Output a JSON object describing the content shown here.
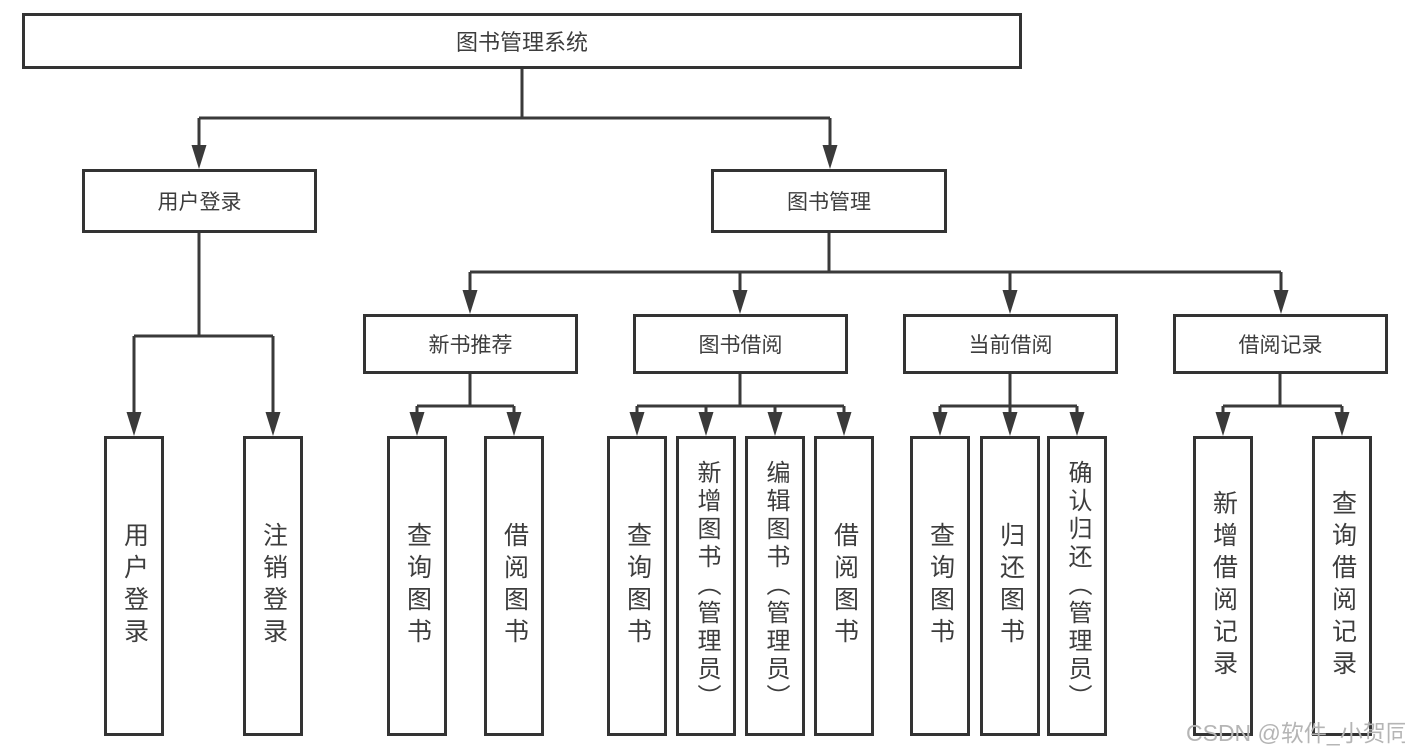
{
  "colors": {
    "line": "#3a3a3a",
    "box_border": "#333333",
    "text": "#3d3d3d",
    "watermark": "#b5b5b5",
    "background": "#ffffff"
  },
  "watermark": "CSDN @软件_小贺同学",
  "tree": {
    "root": {
      "label": "图书管理系统"
    },
    "branches": [
      {
        "label": "用户登录",
        "leaves": [
          {
            "label": "用户登录"
          },
          {
            "label": "注销登录"
          }
        ]
      },
      {
        "label": "图书管理",
        "groups": [
          {
            "label": "新书推荐",
            "leaves": [
              {
                "label": "查询图书"
              },
              {
                "label": "借阅图书"
              }
            ]
          },
          {
            "label": "图书借阅",
            "leaves": [
              {
                "label": "查询图书"
              },
              {
                "label": "新增图书（管理员）"
              },
              {
                "label": "编辑图书（管理员）"
              },
              {
                "label": "借阅图书"
              }
            ]
          },
          {
            "label": "当前借阅",
            "leaves": [
              {
                "label": "查询图书"
              },
              {
                "label": "归还图书"
              },
              {
                "label": "确认归还（管理员）"
              }
            ]
          },
          {
            "label": "借阅记录",
            "leaves": [
              {
                "label": "新增借阅记录"
              },
              {
                "label": "查询借阅记录"
              }
            ]
          }
        ]
      }
    ]
  }
}
